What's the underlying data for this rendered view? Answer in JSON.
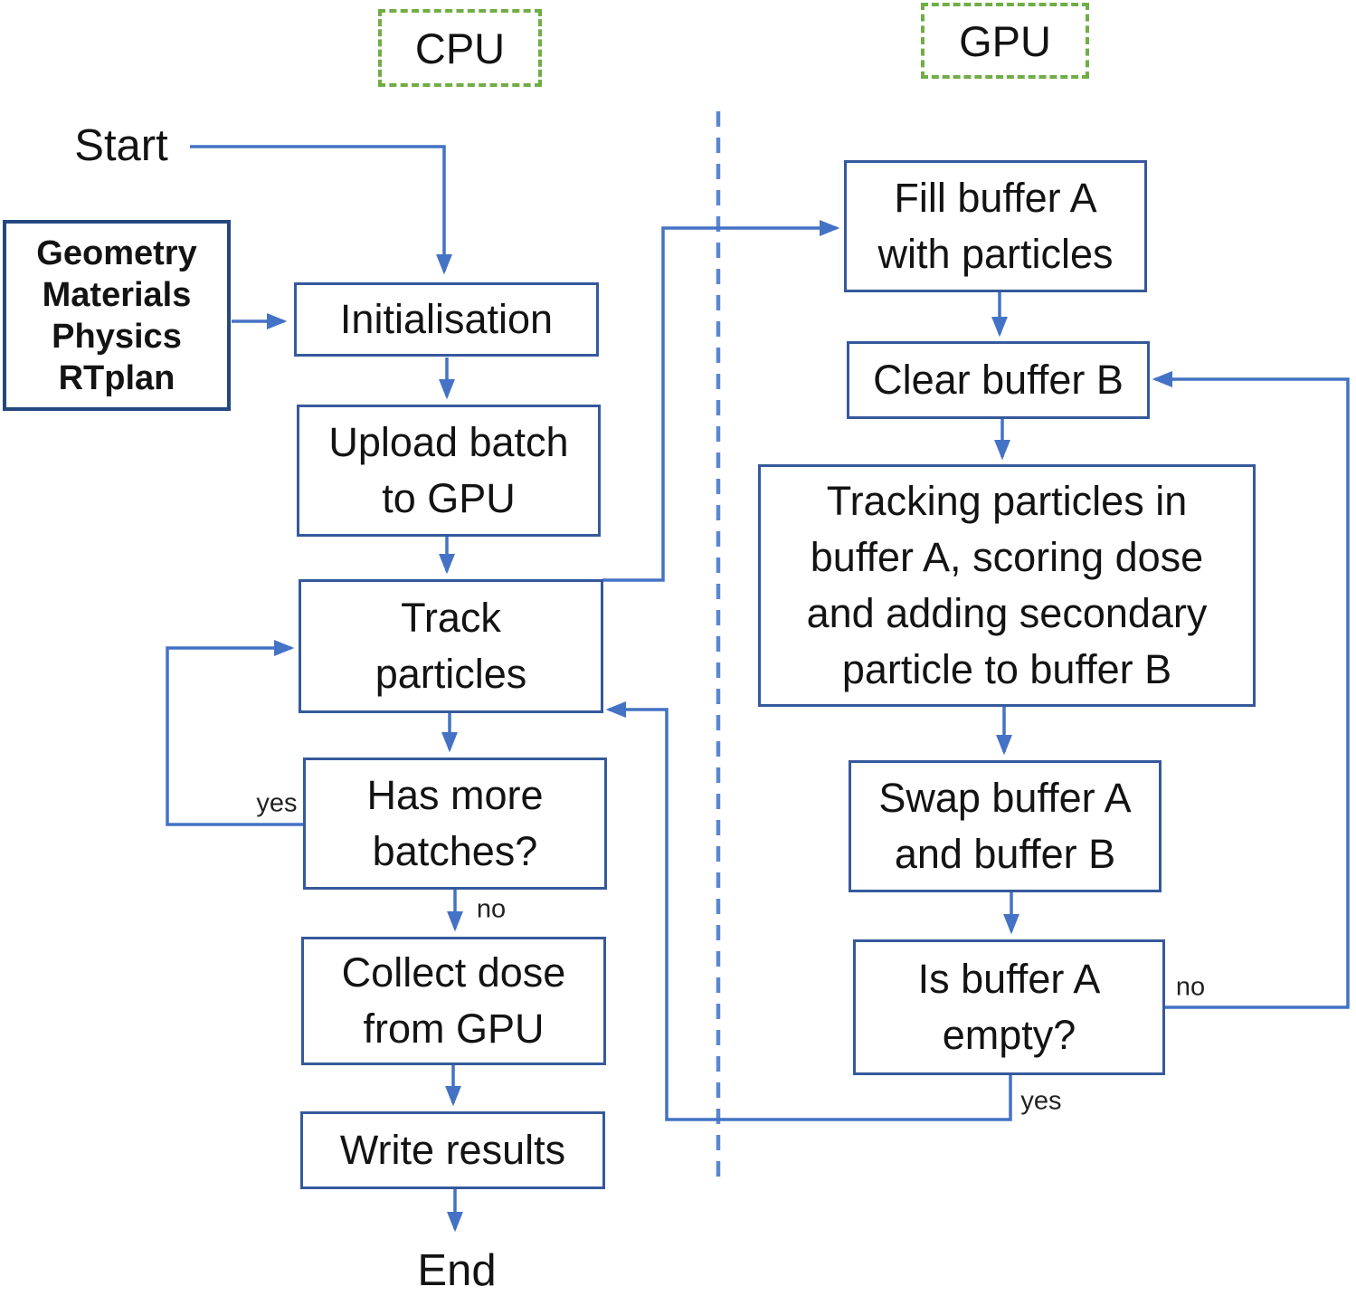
{
  "headers": {
    "cpu": "CPU",
    "gpu": "GPU"
  },
  "terminals": {
    "start": "Start",
    "end": "End"
  },
  "cpu_nodes": {
    "inputs": "Geometry\nMaterials\nPhysics\nRTplan",
    "init": "Initialisation",
    "upload": "Upload batch\nto GPU",
    "track": "Track\nparticles",
    "has_more": "Has more\nbatches?",
    "collect": "Collect dose\nfrom GPU",
    "write": "Write results"
  },
  "gpu_nodes": {
    "fill": "Fill buffer A\nwith particles",
    "clear": "Clear buffer B",
    "tracking": "Tracking particles in\nbuffer A, scoring dose\nand adding secondary\nparticle to buffer B",
    "swap": "Swap buffer A\nand buffer B",
    "empty": "Is buffer A\nempty?"
  },
  "edge_labels": {
    "cpu_yes": "yes",
    "cpu_no": "no",
    "gpu_yes": "yes",
    "gpu_no": "no"
  },
  "colors": {
    "connector_blue": "#4472c4",
    "box_border_blue": "#35599c",
    "separator_blue": "#5b87d0",
    "header_green": "#70ad47"
  }
}
